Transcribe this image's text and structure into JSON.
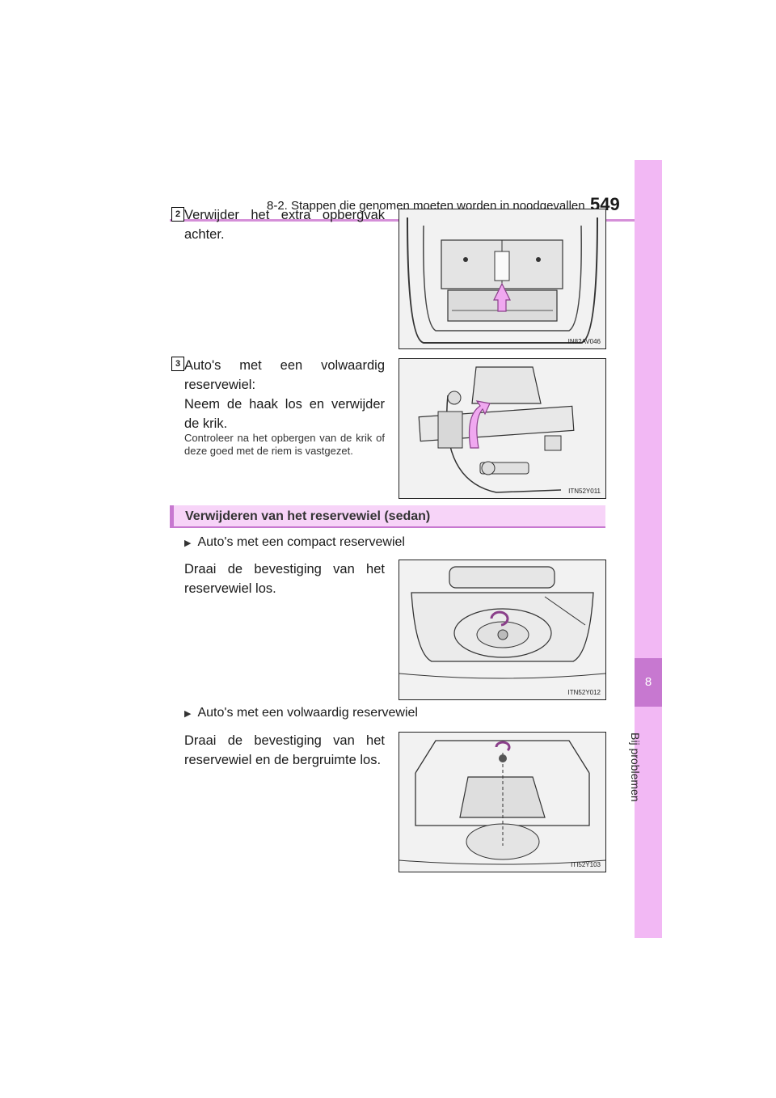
{
  "header": {
    "title": "8-2. Stappen die genomen moeten worden in noodgevallen",
    "page_number": "549"
  },
  "side_tab": {
    "chapter_number": "8",
    "chapter_label": "Bij problemen"
  },
  "steps": [
    {
      "number": "2",
      "text": "Verwijder het extra opbergvak achter.",
      "image_code": "IN82AV046"
    },
    {
      "number": "3",
      "text_line1": "Auto's met een volwaardig reservewiel:",
      "text_line2": "Neem de haak los en verwijder de krik.",
      "note": "Controleer na het opbergen van de krik of deze goed met de riem is vastgezet.",
      "image_code": "ITN52Y011"
    }
  ],
  "section": {
    "title": "Verwijderen van het reservewiel (sedan)"
  },
  "sedan_items": [
    {
      "bullet": "Auto's met een compact reservewiel",
      "text": "Draai de bevestiging van het reservewiel los.",
      "image_code": "ITN52Y012"
    },
    {
      "bullet": "Auto's met een volwaardig reservewiel",
      "text": "Draai de bevestiging van het reservewiel en de bergruimte los.",
      "image_code": "ITI52Y103"
    }
  ],
  "colors": {
    "accent": "#c778d0",
    "tab_light": "#f2b8f4",
    "section_bg": "#f7d4f8",
    "arrow_fill": "#f0a8f0"
  },
  "icons": [
    "bullet-triangle-icon",
    "up-arrow-icon",
    "curved-arrow-icon",
    "rotate-arrow-icon"
  ]
}
